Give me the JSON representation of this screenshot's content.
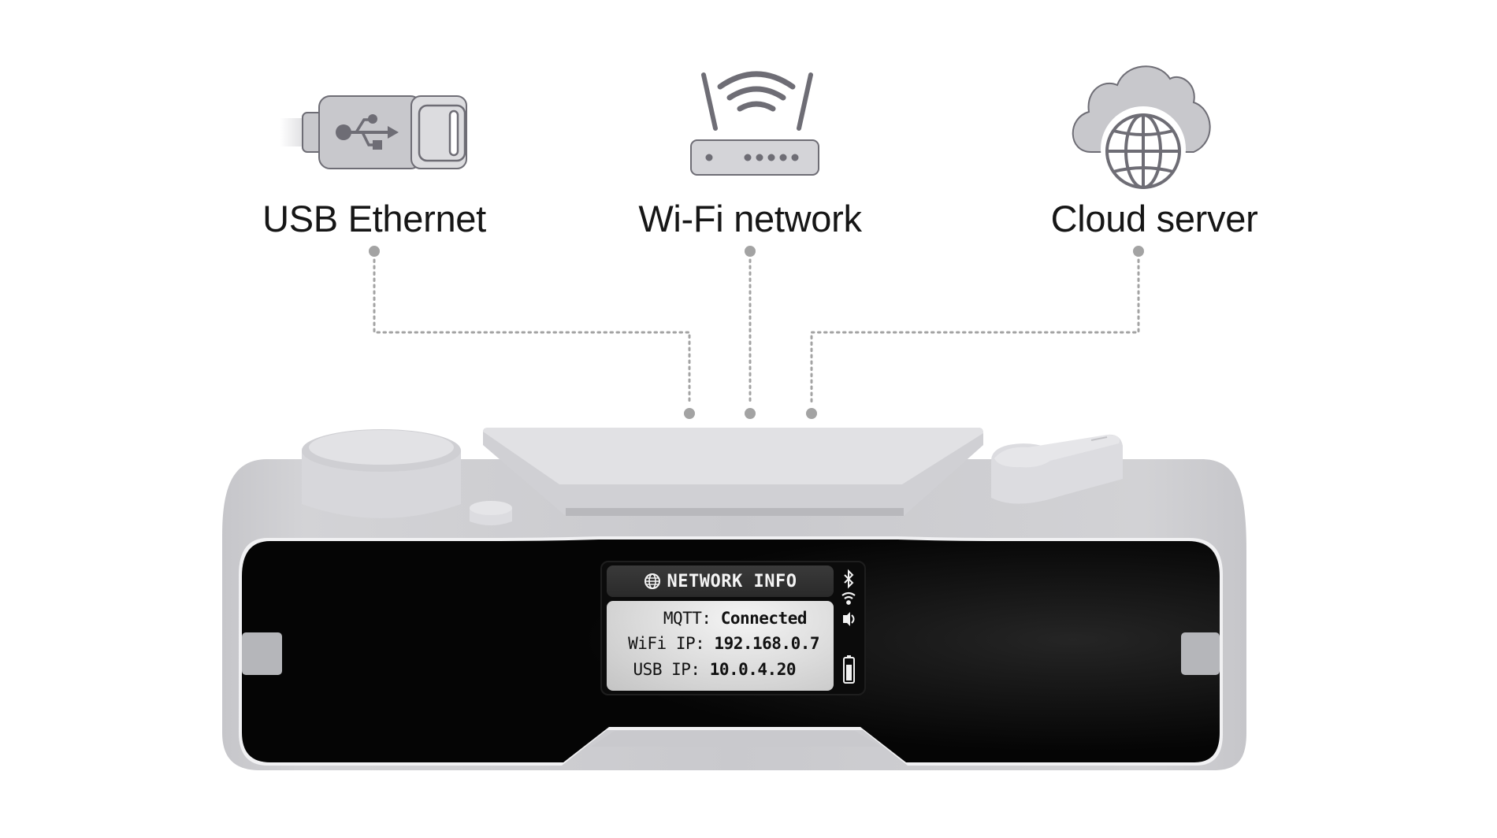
{
  "connections": [
    {
      "id": "usb",
      "label": "USB Ethernet",
      "icon": "usb-plug-icon"
    },
    {
      "id": "wifi",
      "label": "Wi-Fi network",
      "icon": "wifi-router-icon"
    },
    {
      "id": "cloud",
      "label": "Cloud server",
      "icon": "cloud-globe-icon"
    }
  ],
  "device": {
    "screen": {
      "header_icon": "globe-icon",
      "title": "NETWORK INFO",
      "rows": [
        {
          "key": "MQTT:",
          "value": "Connected"
        },
        {
          "key": "WiFi IP:",
          "value": "192.168.0.7"
        },
        {
          "key": "USB IP:",
          "value": "10.0.4.20"
        }
      ],
      "status_icons": [
        "bluetooth-icon",
        "wifi-icon",
        "speaker-icon",
        "battery-icon"
      ]
    }
  },
  "colors": {
    "icon_stroke": "#6e6d75",
    "icon_fill": "#c8c8cc",
    "connector": "#a3a3a3",
    "body": "#c9c9cd",
    "body_light": "#dedee1",
    "panel": "#050505"
  }
}
